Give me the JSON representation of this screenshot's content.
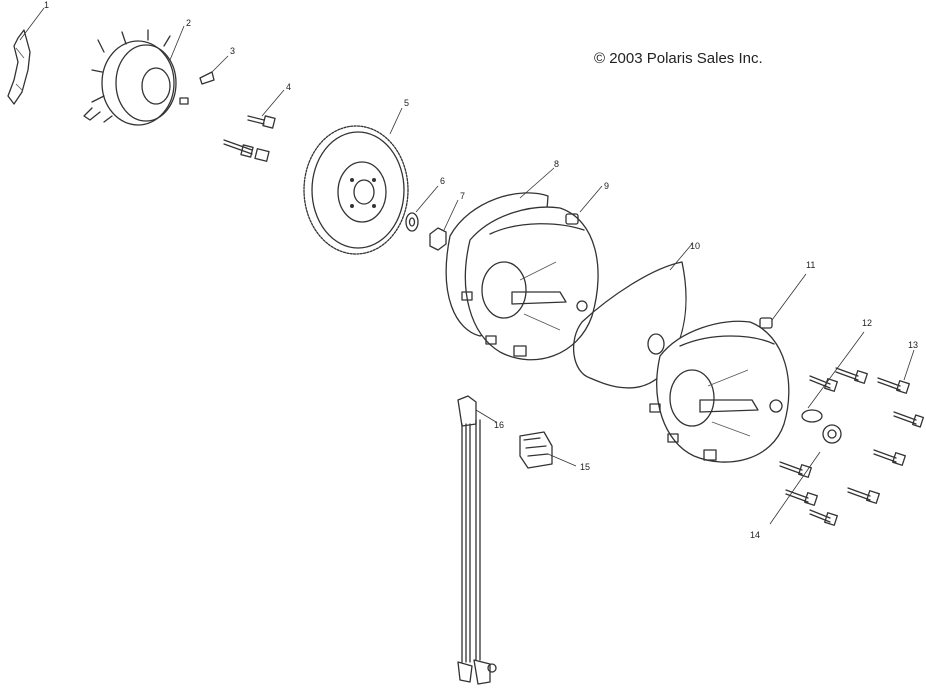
{
  "copyright": "© 2003 Polaris Sales Inc.",
  "callouts": [
    "1",
    "2",
    "3",
    "4",
    "5",
    "6",
    "7",
    "8",
    "9",
    "10",
    "11",
    "12",
    "13",
    "14",
    "15",
    "16"
  ],
  "colors": {
    "ink": "#333333",
    "background": "#ffffff"
  }
}
